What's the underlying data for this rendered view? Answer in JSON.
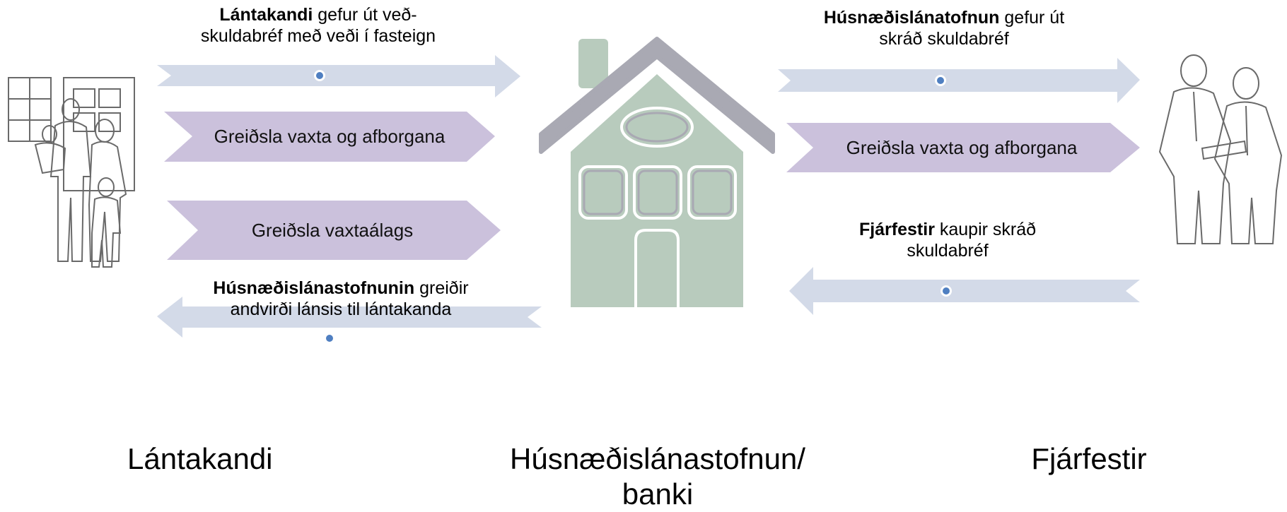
{
  "left_arrow_top": {
    "bold": "Lántakandi",
    "rest": " gefur út veð-",
    "line2": "skuldabréf með veði í fasteign"
  },
  "left_chevron_1": "Greiðsla vaxta og afborgana",
  "left_chevron_2": "Greiðsla vaxtaálags",
  "left_arrow_bottom": {
    "bold": "Húsnæðislánastofnunin",
    "rest": " greiðir",
    "line2": "andvirði lánsis til lántakanda"
  },
  "right_arrow_top": {
    "bold": "Húsnæðislánatofnun",
    "rest": " gefur út",
    "line2": "skráð skuldabréf"
  },
  "right_chevron_1": "Greiðsla vaxta og afborgana",
  "right_arrow_bottom": {
    "bold": "Fjárfestir",
    "rest": " kaupir skráð",
    "line2": "skuldabréf"
  },
  "labels": {
    "left": "Lántakandi",
    "center_line1": "Húsnæðislánastofnun/",
    "center_line2": "banki",
    "right": "Fjárfestir"
  },
  "colors": {
    "arrow_blue": "#d3dae8",
    "chevron_purple": "#cbc1dc",
    "house_green": "#b8cbbd",
    "roof_gray": "#a9a9b3",
    "dot_blue": "#4f7fc1"
  },
  "icons": [
    "family-illustration",
    "house-icon",
    "businessmen-illustration"
  ]
}
